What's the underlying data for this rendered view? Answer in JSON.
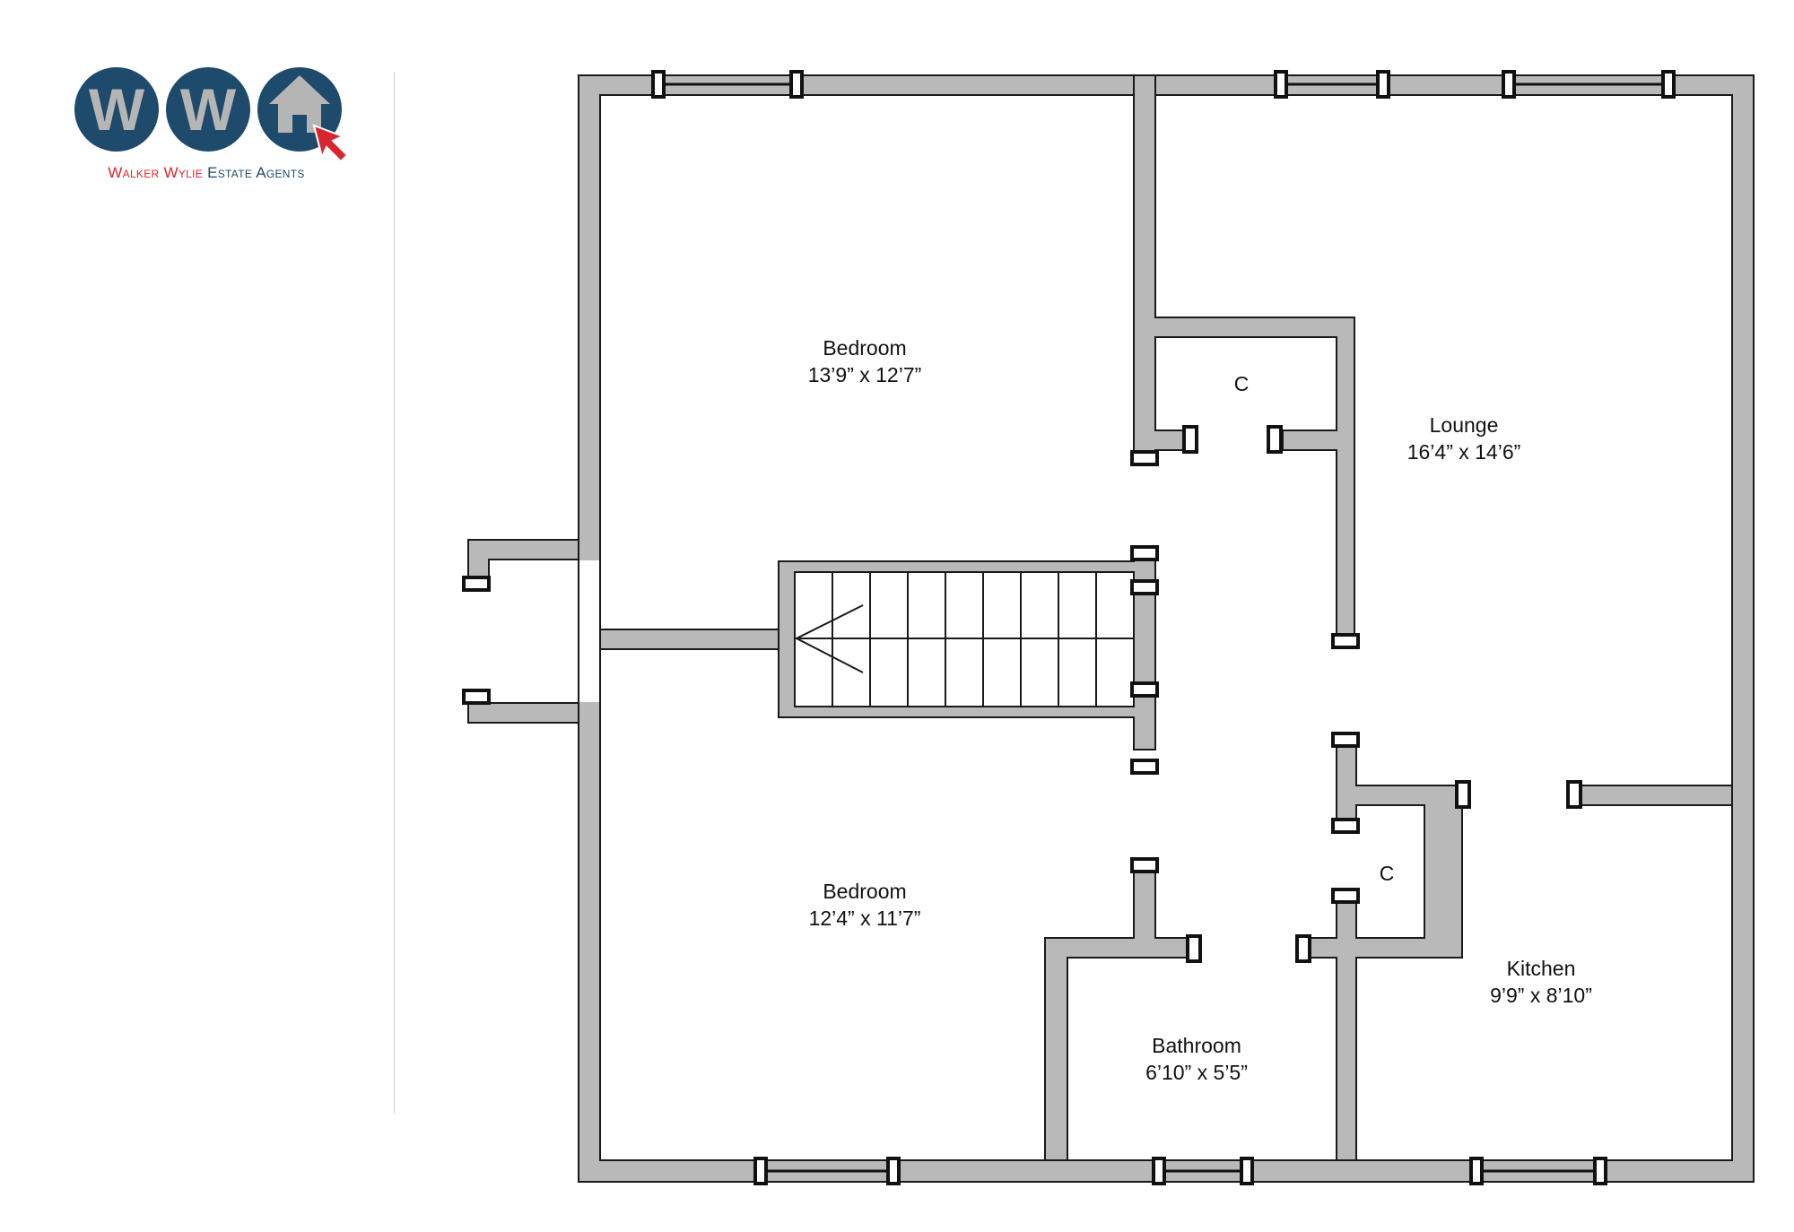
{
  "brand": {
    "letters": [
      "W",
      "W"
    ],
    "name_parts": [
      {
        "text": "Walker Wylie",
        "color": "#d8262f"
      },
      {
        "text": " Estate Agents",
        "color": "#1e4a6b"
      }
    ],
    "circle_color": "#1e4a6b",
    "letter_color": "#b5b5b5",
    "arrow_color": "#d8262f"
  },
  "rooms": [
    {
      "name": "Bedroom",
      "size": "13’9” x 12’7”"
    },
    {
      "name": "C",
      "size": ""
    },
    {
      "name": "Lounge",
      "size": "16’4” x 14’6”"
    },
    {
      "name": "Bedroom",
      "size": "12’4” x 11’7”"
    },
    {
      "name": "C",
      "size": ""
    },
    {
      "name": "Kitchen",
      "size": "9’9” x 8’10”"
    },
    {
      "name": "Bathroom",
      "size": "6’10” x 5’5”"
    }
  ],
  "colors": {
    "wall_fill": "#b9b9b9",
    "wall_stroke": "#1a1a1a"
  }
}
